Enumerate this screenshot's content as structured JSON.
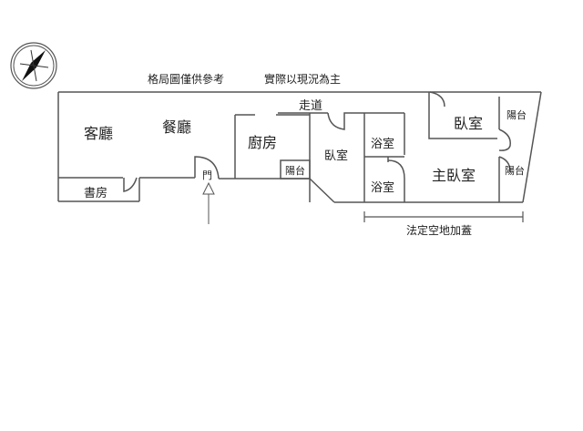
{
  "notes": {
    "reference": "格局圖僅供參考",
    "actual": "實際以現況為主"
  },
  "rooms": {
    "living_room": "客廳",
    "dining_room": "餐廳",
    "study": "書房",
    "door": "門",
    "kitchen": "廚房",
    "corridor": "走道",
    "balcony_small": "陽台",
    "bedroom": "臥室",
    "bath_upper": "浴室",
    "bath_lower": "浴室",
    "bedroom_upper": "臥室",
    "master_bedroom": "主臥室",
    "balcony_upper": "陽台",
    "balcony_lower": "陽台"
  },
  "dimension_label": "法定空地加蓋",
  "colors": {
    "wall": "#555555",
    "text": "#222222"
  }
}
